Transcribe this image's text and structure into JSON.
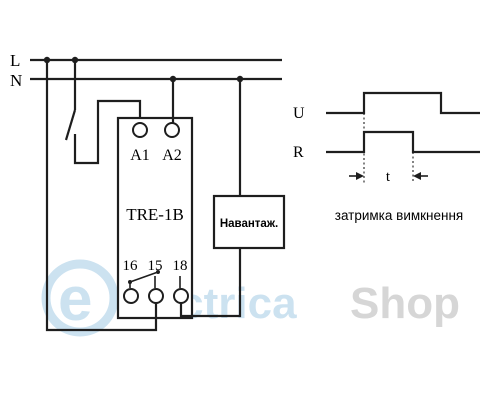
{
  "lines": {
    "phase": "L",
    "neutral": "N"
  },
  "relay": {
    "name": "TRE-1B",
    "coil_terminals": [
      "A1",
      "A2"
    ],
    "contact_terminals": [
      "16",
      "15",
      "18"
    ]
  },
  "load": {
    "label": "Навантаж."
  },
  "timing": {
    "signal_u": "U",
    "signal_r": "R",
    "delay_label": "t",
    "caption": "затримка вимкнення"
  },
  "watermark": {
    "text_a": "electrica",
    "text_b": "Shop",
    "color_a": "#bcd9ec",
    "color_b": "#c9c9c9"
  }
}
